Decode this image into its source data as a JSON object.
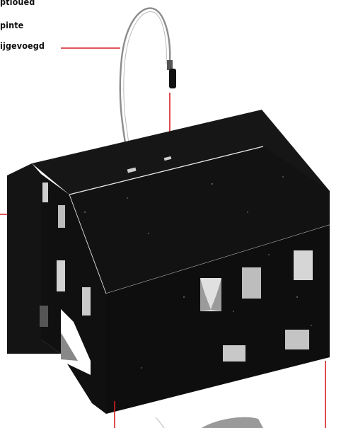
{
  "callouts": [
    {
      "id": "line1",
      "text": "ptioued"
    },
    {
      "id": "line2",
      "text": "pinte"
    },
    {
      "id": "line3",
      "text": "ijgevoegd"
    }
  ],
  "colors": {
    "leader_line": "#d61f26",
    "house_body": "#111111",
    "window_fill": "#d8d8d8",
    "wire": "#8a8a8a",
    "background": "#ffffff"
  },
  "icons": [
    "bulb-lead-icon",
    "arrow-down-icon"
  ]
}
